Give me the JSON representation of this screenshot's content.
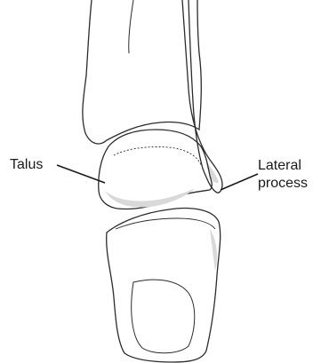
{
  "labels": {
    "talus": "Talus",
    "lateral_line1": "Lateral",
    "lateral_line2": "process"
  },
  "colors": {
    "background": "#ffffff",
    "outline": "#2b2b2b",
    "shade": "#d9d9d9",
    "leader": "#1a1a1a"
  }
}
